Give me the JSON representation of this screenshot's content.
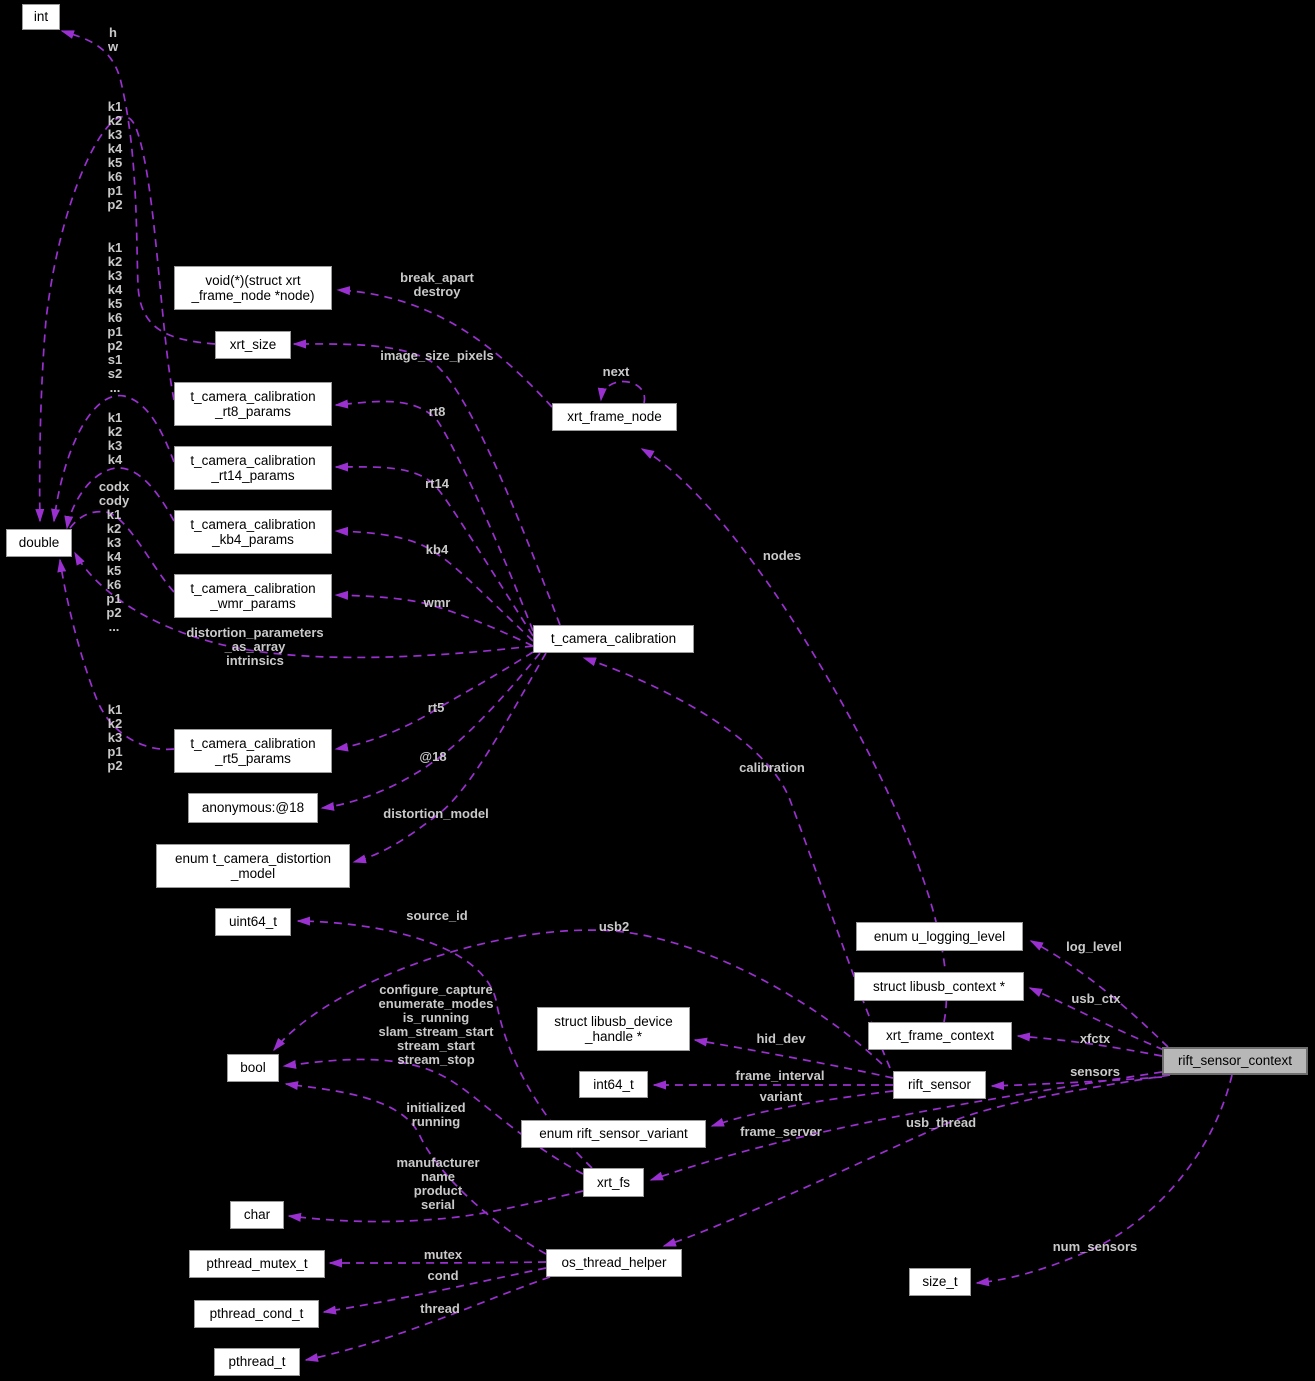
{
  "diagram": {
    "type": "doxygen-collaboration-graph",
    "focus_node": "rift_sensor_context",
    "colors": {
      "background": "#000000",
      "edge": "#9a30d0",
      "edge_label_text": "#c9c9c9",
      "node_fill": "#ffffff",
      "node_border": "#9b9b9b",
      "node_text": "#000000",
      "highlight_node_fill": "#b7b7b7",
      "highlight_node_border": "#6e6e6e"
    },
    "nodes": [
      {
        "id": "int",
        "label": "int"
      },
      {
        "id": "void-fn",
        "label": "void(*)(struct xrt\n_frame_node *node)"
      },
      {
        "id": "xrt-size",
        "label": "xrt_size"
      },
      {
        "id": "rt8-params",
        "label": "t_camera_calibration\n_rt8_params"
      },
      {
        "id": "rt14-params",
        "label": "t_camera_calibration\n_rt14_params"
      },
      {
        "id": "kb4-params",
        "label": "t_camera_calibration\n_kb4_params"
      },
      {
        "id": "wmr-params",
        "label": "t_camera_calibration\n_wmr_params"
      },
      {
        "id": "double",
        "label": "double"
      },
      {
        "id": "rt5-params",
        "label": "t_camera_calibration\n_rt5_params"
      },
      {
        "id": "anonymous-18",
        "label": "anonymous:@18"
      },
      {
        "id": "enum-distortion-model",
        "label": "enum t_camera_distortion\n_model"
      },
      {
        "id": "uint64-t",
        "label": "uint64_t"
      },
      {
        "id": "bool",
        "label": "bool"
      },
      {
        "id": "char",
        "label": "char"
      },
      {
        "id": "pthread-mutex-t",
        "label": "pthread_mutex_t"
      },
      {
        "id": "pthread-cond-t",
        "label": "pthread_cond_t"
      },
      {
        "id": "pthread-t",
        "label": "pthread_t"
      },
      {
        "id": "xrt-frame-node",
        "label": "xrt_frame_node"
      },
      {
        "id": "t-camera-calibration",
        "label": "t_camera_calibration"
      },
      {
        "id": "libusb-device-handle",
        "label": "struct libusb_device\n_handle *"
      },
      {
        "id": "int64-t",
        "label": "int64_t"
      },
      {
        "id": "enum-rift-sensor-variant",
        "label": "enum rift_sensor_variant"
      },
      {
        "id": "xrt-fs",
        "label": "xrt_fs"
      },
      {
        "id": "os-thread-helper",
        "label": "os_thread_helper"
      },
      {
        "id": "enum-u-logging-level",
        "label": "enum u_logging_level"
      },
      {
        "id": "libusb-context",
        "label": "struct libusb_context *"
      },
      {
        "id": "xrt-frame-context",
        "label": "xrt_frame_context"
      },
      {
        "id": "rift-sensor",
        "label": "rift_sensor"
      },
      {
        "id": "rift-sensor-context",
        "label": "rift_sensor_context",
        "highlighted": true
      },
      {
        "id": "size-t",
        "label": "size_t"
      }
    ],
    "edge_labels": [
      {
        "id": "hw",
        "text": "h\nw"
      },
      {
        "id": "rt8-list",
        "text": "k1\nk2\nk3\nk4\nk5\nk6\np1\np2"
      },
      {
        "id": "rt14-list",
        "text": "k1\nk2\nk3\nk4\nk5\nk6\np1\np2\ns1\ns2\n..."
      },
      {
        "id": "kb4-list",
        "text": "k1\nk2\nk3\nk4"
      },
      {
        "id": "wmr-list",
        "text": "codx\ncody\nk1\nk2\nk3\nk4\nk5\nk6\np1\np2\n..."
      },
      {
        "id": "rt5-list",
        "text": "k1\nk2\nk3\np1\np2"
      },
      {
        "id": "dist-params",
        "text": "distortion_parameters\n_as_array\nintrinsics"
      },
      {
        "id": "break-apart",
        "text": "break_apart\ndestroy"
      },
      {
        "id": "image-size-pixels",
        "text": "image_size_pixels"
      },
      {
        "id": "rt8",
        "text": "rt8"
      },
      {
        "id": "rt14",
        "text": "rt14"
      },
      {
        "id": "kb4",
        "text": "kb4"
      },
      {
        "id": "wmr",
        "text": "wmr"
      },
      {
        "id": "rt5",
        "text": "rt5"
      },
      {
        "id": "at18",
        "text": "@18"
      },
      {
        "id": "distortion-model",
        "text": "distortion_model"
      },
      {
        "id": "next",
        "text": "next"
      },
      {
        "id": "nodes",
        "text": "nodes"
      },
      {
        "id": "calibration",
        "text": "calibration"
      },
      {
        "id": "source-id",
        "text": "source_id"
      },
      {
        "id": "usb2",
        "text": "usb2"
      },
      {
        "id": "log-level",
        "text": "log_level"
      },
      {
        "id": "usb-ctx",
        "text": "usb_ctx"
      },
      {
        "id": "xfctx",
        "text": "xfctx"
      },
      {
        "id": "sensors",
        "text": "sensors"
      },
      {
        "id": "usb-thread",
        "text": "usb_thread"
      },
      {
        "id": "hid-dev",
        "text": "hid_dev"
      },
      {
        "id": "frame-interval",
        "text": "frame_interval"
      },
      {
        "id": "variant",
        "text": "variant"
      },
      {
        "id": "frame-server",
        "text": "frame_server"
      },
      {
        "id": "fs-funcs",
        "text": "configure_capture\nenumerate_modes\nis_running\nslam_stream_start\nstream_start\nstream_stop"
      },
      {
        "id": "init-running",
        "text": "initialized\nrunning"
      },
      {
        "id": "manufacturer",
        "text": "manufacturer\nname\nproduct\nserial"
      },
      {
        "id": "mutex",
        "text": "mutex"
      },
      {
        "id": "cond",
        "text": "cond"
      },
      {
        "id": "thread",
        "text": "thread"
      },
      {
        "id": "num-sensors",
        "text": "num_sensors"
      }
    ],
    "edges": [
      {
        "from": "xrt_size",
        "to": "int",
        "label": "h w"
      },
      {
        "from": "t_camera_calibration_rt8_params",
        "to": "double",
        "label": "k1 k2 k3 k4 k5 k6 p1 p2"
      },
      {
        "from": "t_camera_calibration_rt14_params",
        "to": "double",
        "label": "k1 k2 k3 k4 k5 k6 p1 p2 s1 s2 ..."
      },
      {
        "from": "t_camera_calibration_kb4_params",
        "to": "double",
        "label": "k1 k2 k3 k4"
      },
      {
        "from": "t_camera_calibration_wmr_params",
        "to": "double",
        "label": "codx cody k1 k2 k3 k4 k5 k6 p1 p2 ..."
      },
      {
        "from": "t_camera_calibration_rt5_params",
        "to": "double",
        "label": "k1 k2 k3 p1 p2"
      },
      {
        "from": "t_camera_calibration",
        "to": "double",
        "label": "distortion_parameters_as_array intrinsics"
      },
      {
        "from": "xrt_frame_node",
        "to": "void(*)(struct xrt_frame_node *node)",
        "label": "break_apart destroy"
      },
      {
        "from": "t_camera_calibration",
        "to": "xrt_size",
        "label": "image_size_pixels"
      },
      {
        "from": "t_camera_calibration",
        "to": "t_camera_calibration_rt8_params",
        "label": "rt8"
      },
      {
        "from": "t_camera_calibration",
        "to": "t_camera_calibration_rt14_params",
        "label": "rt14"
      },
      {
        "from": "t_camera_calibration",
        "to": "t_camera_calibration_kb4_params",
        "label": "kb4"
      },
      {
        "from": "t_camera_calibration",
        "to": "t_camera_calibration_wmr_params",
        "label": "wmr"
      },
      {
        "from": "t_camera_calibration",
        "to": "t_camera_calibration_rt5_params",
        "label": "rt5"
      },
      {
        "from": "t_camera_calibration",
        "to": "anonymous:@18",
        "label": "@18"
      },
      {
        "from": "t_camera_calibration",
        "to": "enum t_camera_distortion_model",
        "label": "distortion_model"
      },
      {
        "from": "xrt_frame_node",
        "to": "xrt_frame_node",
        "label": "next"
      },
      {
        "from": "xrt_frame_context",
        "to": "xrt_frame_node",
        "label": "nodes"
      },
      {
        "from": "rift_sensor",
        "to": "t_camera_calibration",
        "label": "calibration"
      },
      {
        "from": "rift_sensor",
        "to": "bool",
        "label": "usb2"
      },
      {
        "from": "xrt_fs",
        "to": "uint64_t",
        "label": "source_id"
      },
      {
        "from": "xrt_fs",
        "to": "bool",
        "label": "configure_capture enumerate_modes is_running slam_stream_start stream_start stream_stop"
      },
      {
        "from": "os_thread_helper",
        "to": "bool",
        "label": "initialized running"
      },
      {
        "from": "xrt_fs",
        "to": "char",
        "label": "manufacturer name product serial"
      },
      {
        "from": "os_thread_helper",
        "to": "pthread_mutex_t",
        "label": "mutex"
      },
      {
        "from": "os_thread_helper",
        "to": "pthread_cond_t",
        "label": "cond"
      },
      {
        "from": "os_thread_helper",
        "to": "pthread_t",
        "label": "thread"
      },
      {
        "from": "rift_sensor",
        "to": "struct libusb_device_handle *",
        "label": "hid_dev"
      },
      {
        "from": "rift_sensor",
        "to": "int64_t",
        "label": "frame_interval"
      },
      {
        "from": "rift_sensor",
        "to": "enum rift_sensor_variant",
        "label": "variant"
      },
      {
        "from": "rift_sensor_context",
        "to": "xrt_fs",
        "label": "frame_server"
      },
      {
        "from": "rift_sensor_context",
        "to": "enum u_logging_level",
        "label": "log_level"
      },
      {
        "from": "rift_sensor_context",
        "to": "struct libusb_context *",
        "label": "usb_ctx"
      },
      {
        "from": "rift_sensor_context",
        "to": "xrt_frame_context",
        "label": "xfctx"
      },
      {
        "from": "rift_sensor_context",
        "to": "rift_sensor",
        "label": "sensors"
      },
      {
        "from": "rift_sensor_context",
        "to": "os_thread_helper",
        "label": "usb_thread"
      },
      {
        "from": "rift_sensor_context",
        "to": "size_t",
        "label": "num_sensors"
      }
    ]
  }
}
